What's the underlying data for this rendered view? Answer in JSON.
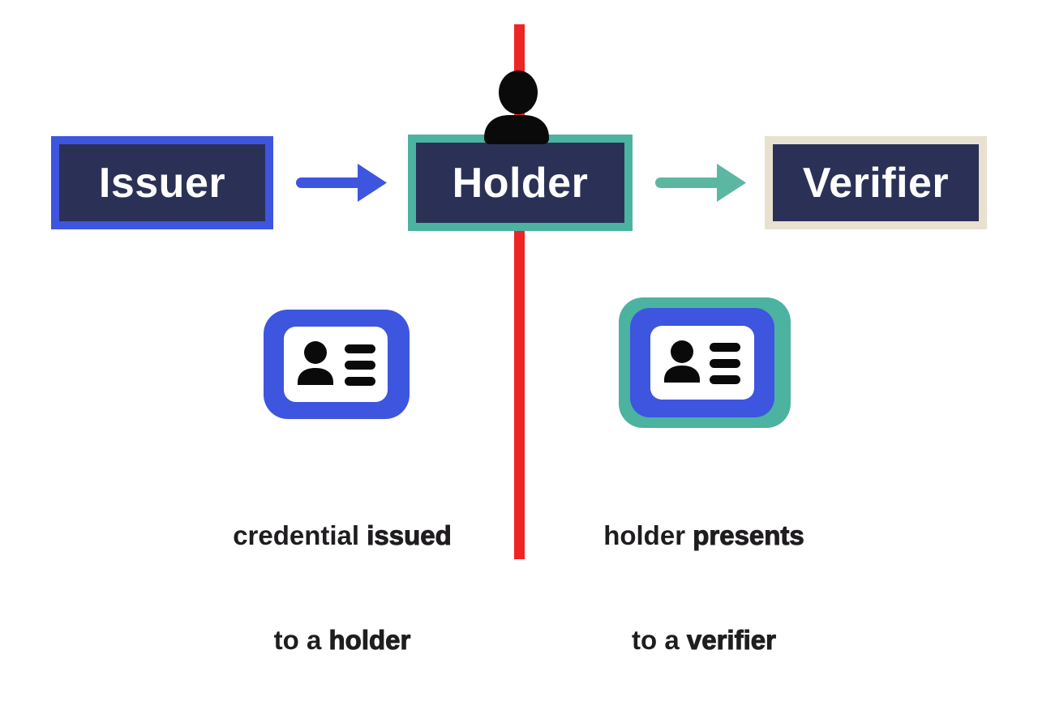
{
  "diagram": {
    "nodes": {
      "issuer": {
        "label": "Issuer"
      },
      "holder": {
        "label": "Holder"
      },
      "verifier": {
        "label": "Verifier"
      }
    },
    "arrows": [
      {
        "name": "issuer-to-holder",
        "color": "#3e55e0"
      },
      {
        "name": "holder-to-verifier",
        "color": "#5cb7a2"
      }
    ],
    "captions": {
      "left": {
        "line1_regular": "credential ",
        "line1_bold": "issued",
        "line2_regular": "to a ",
        "line2_bold": "holder"
      },
      "right": {
        "line1_regular": "holder ",
        "line1_bold": "presents",
        "line2_regular": "to a ",
        "line2_bold": "verifier"
      }
    },
    "icons": {
      "person": "person-icon",
      "card_left": "id-card-icon",
      "card_right": "id-card-icon"
    },
    "colors": {
      "background": "#ffffff",
      "node_fill": "#2b3156",
      "issuer_border": "#3e55e0",
      "holder_border": "#4bb3a0",
      "verifier_border": "#e9e1d0",
      "arrow_blue": "#3e55e0",
      "arrow_teal": "#5cb7a2",
      "trust_line_red": "#ee2425",
      "card_blue": "#3e55e0",
      "card_teal": "#4bb3a0",
      "icon_black": "#0a0a0a",
      "caption_text": "#1f1d1f",
      "node_label_text": "#ffffff"
    }
  }
}
